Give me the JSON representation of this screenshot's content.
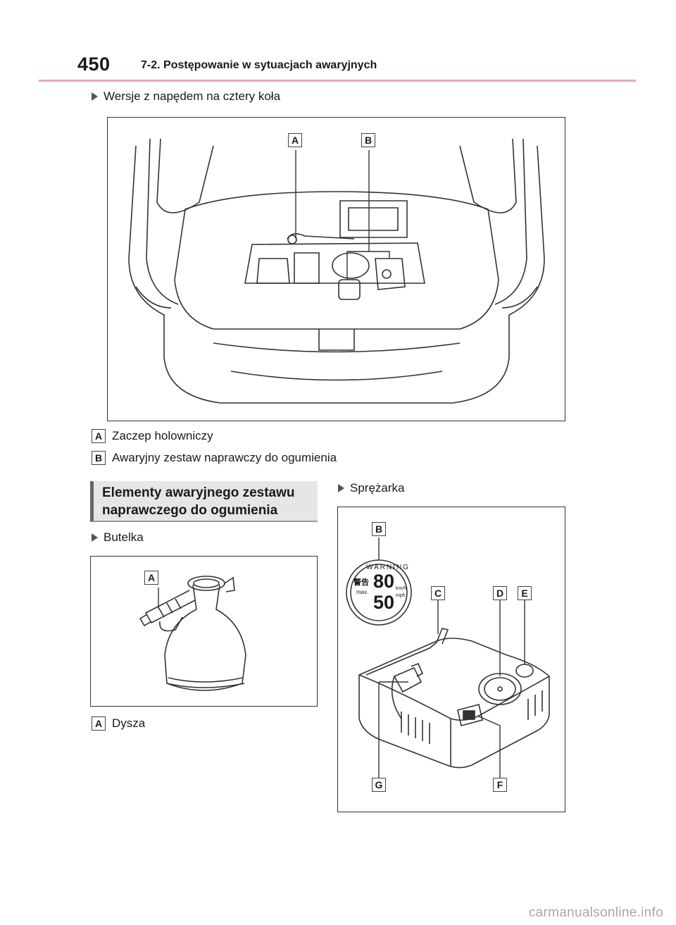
{
  "header": {
    "page_number": "450",
    "chapter": "7-2. Postępowanie w sytuacjach awaryjnych"
  },
  "sections": {
    "four_wd": "Wersje z napędem na cztery koła",
    "kit_heading_line1": "Elementy awaryjnego zestawu",
    "kit_heading_line2": "naprawczego do ogumienia",
    "bottle": "Butelka",
    "compressor": "Sprężarka"
  },
  "trunk_legend": [
    {
      "letter": "A",
      "text": "Zaczep holowniczy"
    },
    {
      "letter": "B",
      "text": "Awaryjny zestaw naprawczy do ogumienia"
    }
  ],
  "bottle_legend": [
    {
      "letter": "A",
      "text": "Dysza"
    }
  ],
  "trunk_callouts": [
    "A",
    "B"
  ],
  "bottle_callouts": [
    "A"
  ],
  "compressor_callouts": [
    "B",
    "C",
    "D",
    "E",
    "G",
    "F"
  ],
  "sticker": {
    "warning": "WARNING",
    "speed_kmh": "80",
    "speed_mph": "50",
    "unit_kmh": "km/h",
    "unit_mph": "mph",
    "max": "max.",
    "kanji": "警告"
  },
  "watermark": "carmanualsonline.info",
  "colors": {
    "header_rule": "#e8a7c4",
    "section_bg": "#e6e6e6",
    "section_bar": "#666666"
  }
}
